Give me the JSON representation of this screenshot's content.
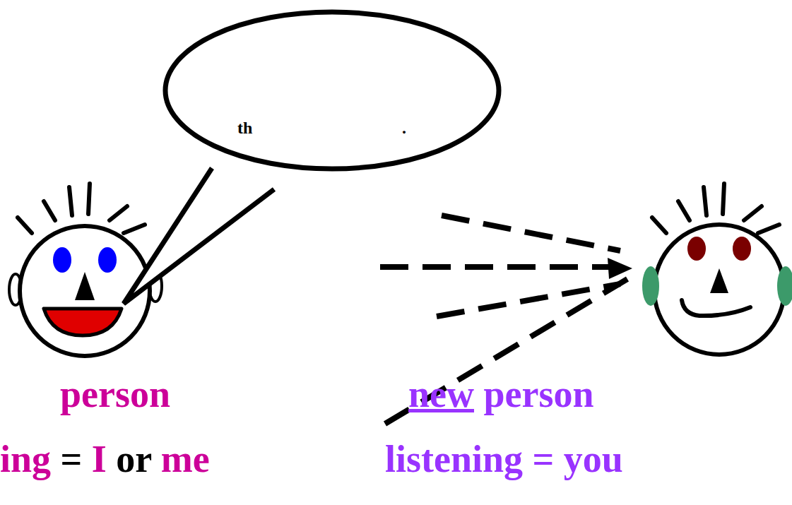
{
  "diagram": {
    "nodes": [
      {
        "text": [
          "th",
          "."
        ]
      }
    ],
    "labels": [
      "person",
      "ing = I or me",
      "new person",
      "listening = you"
    ]
  }
}
